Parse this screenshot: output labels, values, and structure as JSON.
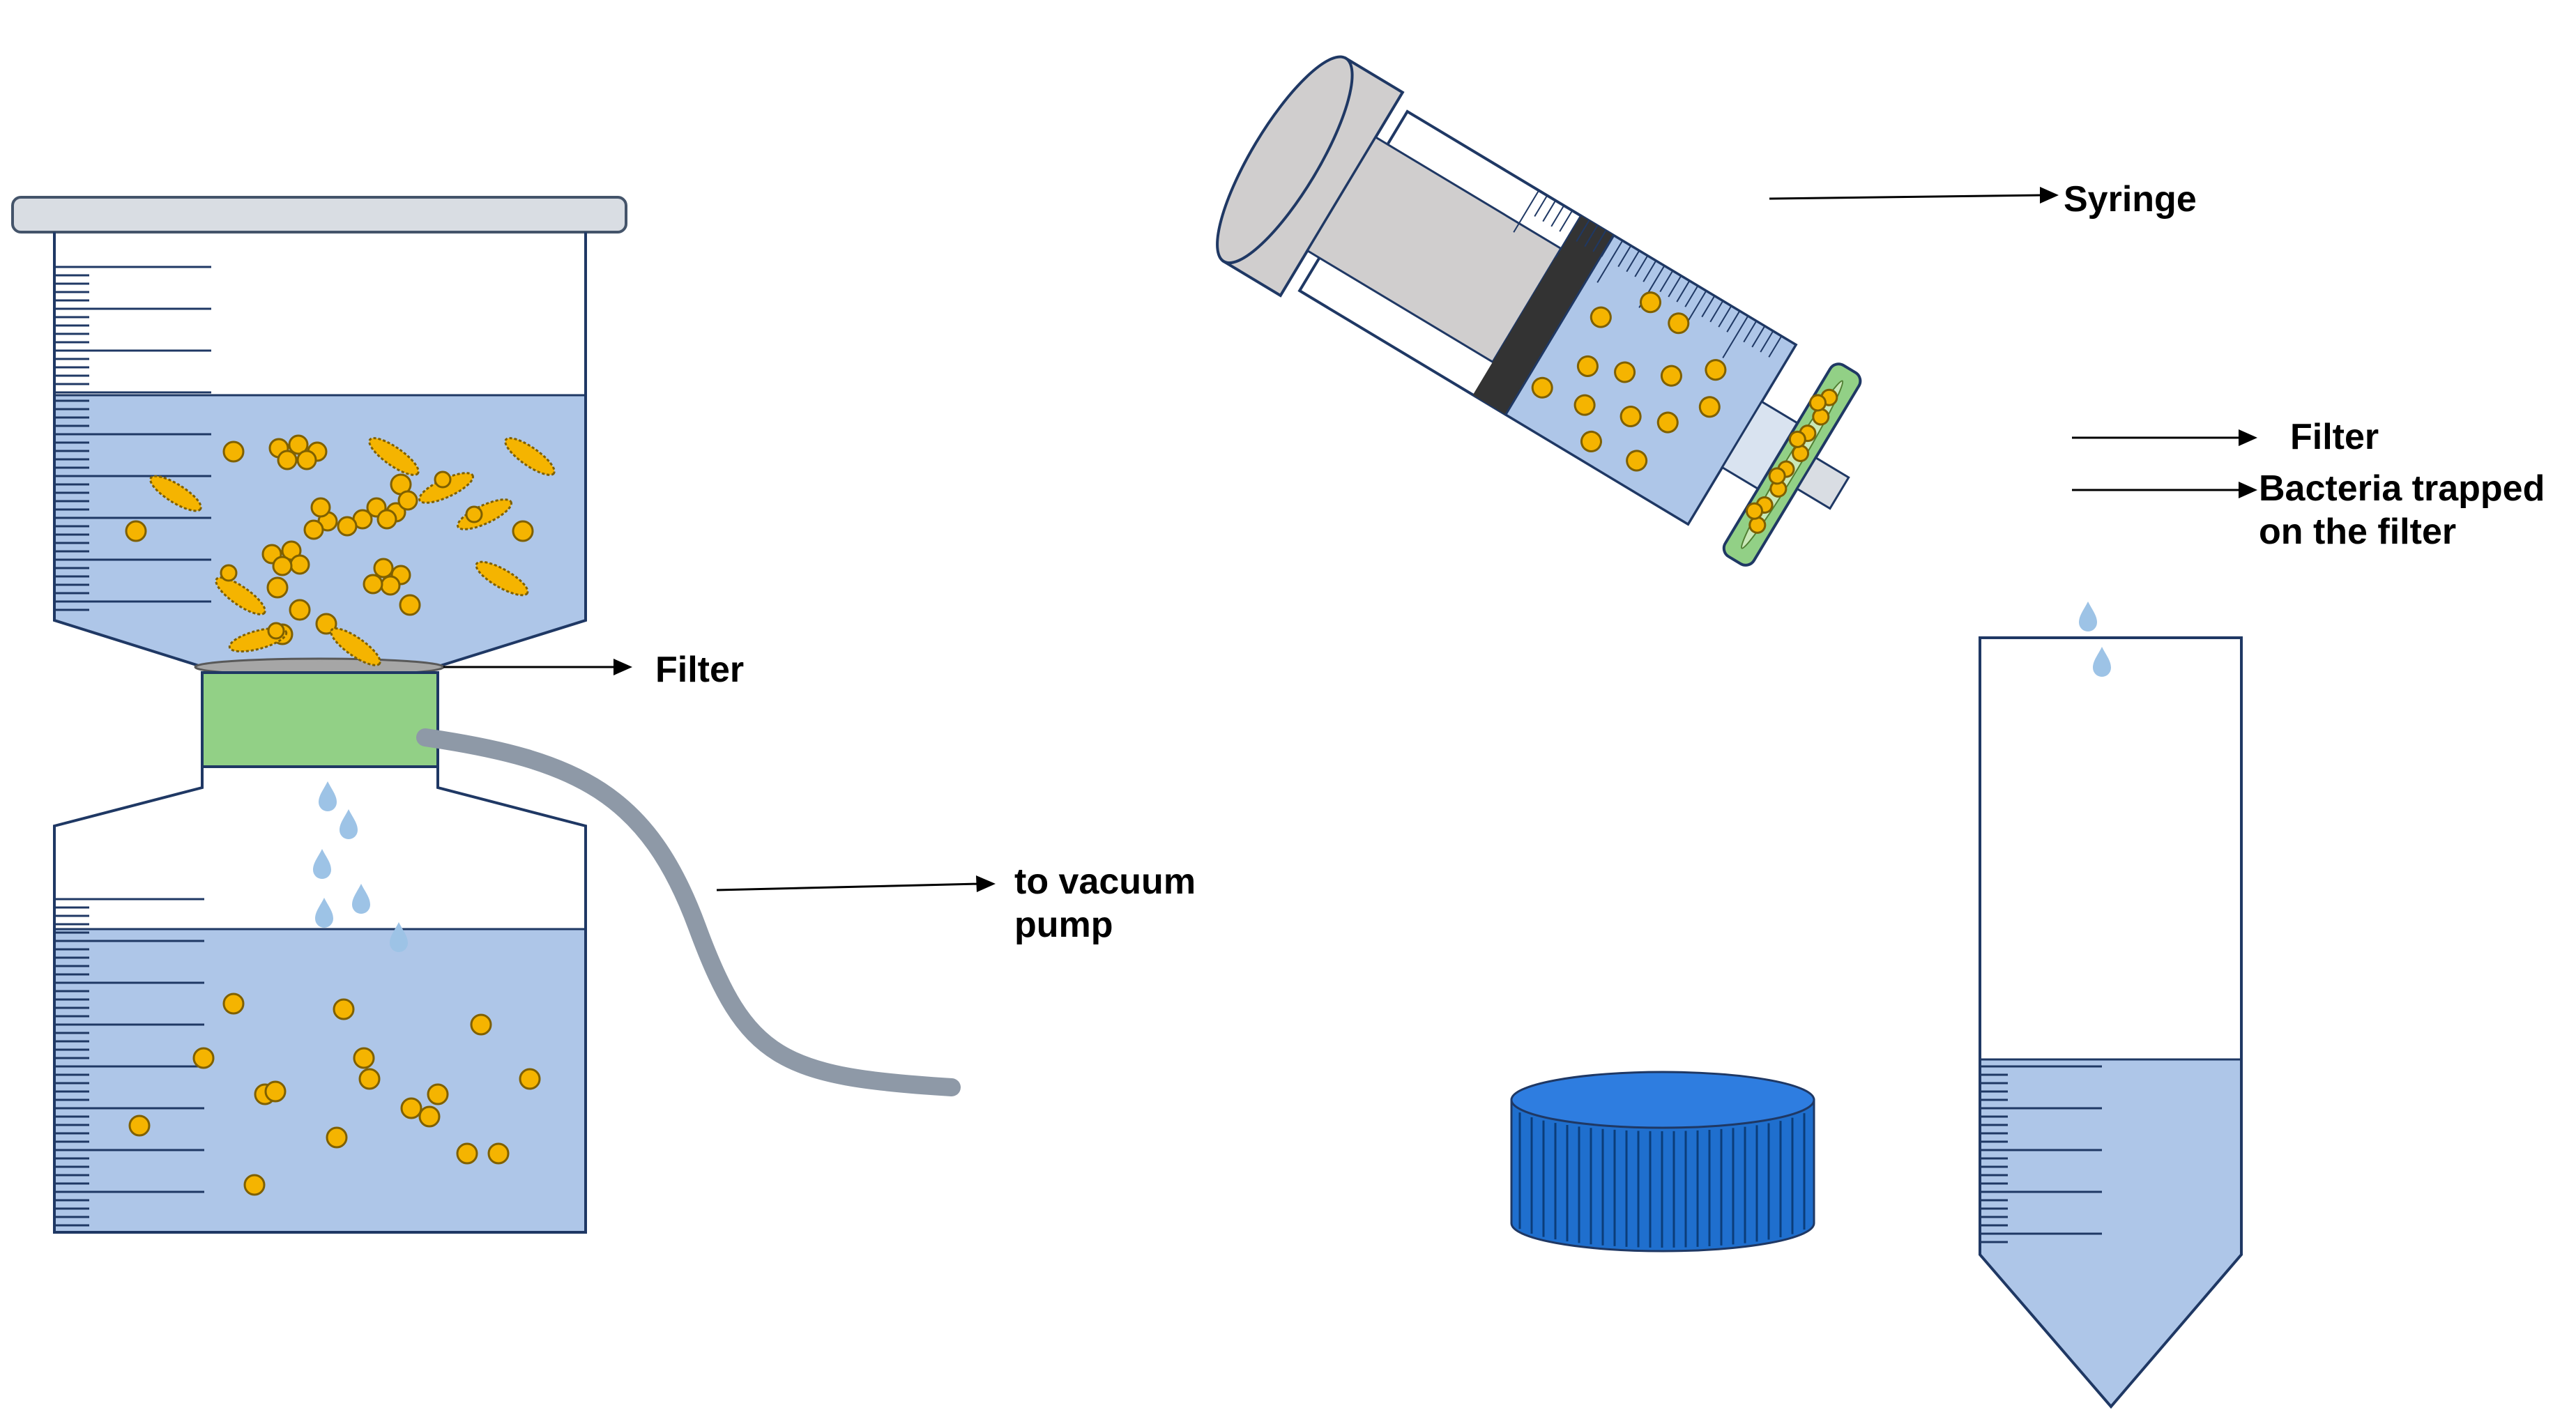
{
  "labels": {
    "vacuum_filter": "Filter",
    "vacuum_pump_line1": "to vacuum",
    "vacuum_pump_line2": "pump",
    "syringe": "Syringe",
    "syringe_filter": "Filter",
    "bacteria_line1": "Bacteria  trapped",
    "bacteria_line2": "on the  filter"
  },
  "colors": {
    "liquid": "#aec6e8",
    "outline": "#1f3864",
    "bacteria": "#f5b400",
    "bacteria_outline": "#7f6000",
    "filter_green": "#92d086",
    "tube_gray": "#8e99a7",
    "plunger_gray": "#d0cece",
    "stopper_dark": "#333333",
    "cap_blue": "#1f6fce",
    "drop": "#9dc3e6"
  },
  "icons": [
    "vacuum-filter-unit-icon",
    "vacuum-tube-icon",
    "syringe-icon",
    "syringe-filter-icon",
    "centrifuge-tube-icon",
    "tube-cap-icon",
    "water-drop-icon",
    "bacteria-icon"
  ]
}
